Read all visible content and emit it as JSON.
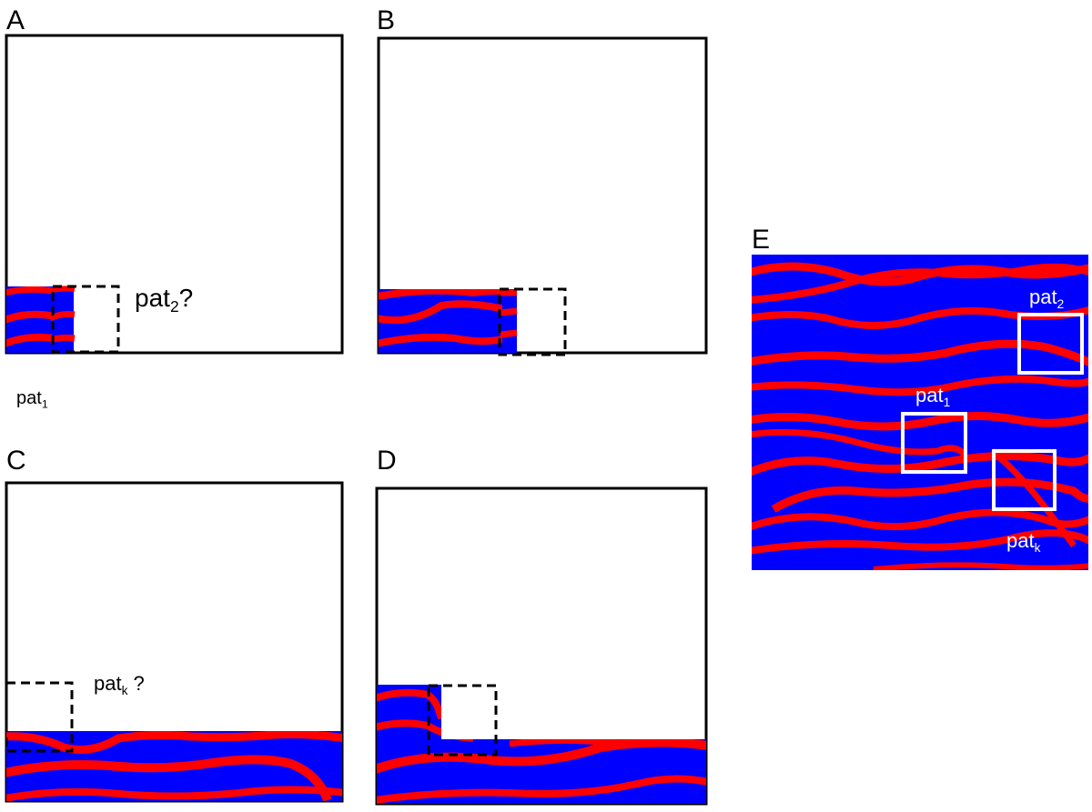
{
  "panels": {
    "a": {
      "letter": "A",
      "query_label": "pat",
      "query_sub": "2",
      "query_suffix": "?",
      "patch_label": "pat",
      "patch_sub": "1"
    },
    "b": {
      "letter": "B"
    },
    "c": {
      "letter": "C",
      "query_label": "pat",
      "query_sub": "k",
      "query_suffix": " ?"
    },
    "d": {
      "letter": "D"
    },
    "e": {
      "letter": "E",
      "patches": [
        {
          "label": "pat",
          "sub": "2"
        },
        {
          "label": "pat",
          "sub": "1"
        },
        {
          "label": "pat",
          "sub": "k"
        }
      ]
    }
  },
  "colors": {
    "channel": "#ff0000",
    "background": "#0000ff",
    "frame": "#000000",
    "patch_box": "#ffffff"
  }
}
